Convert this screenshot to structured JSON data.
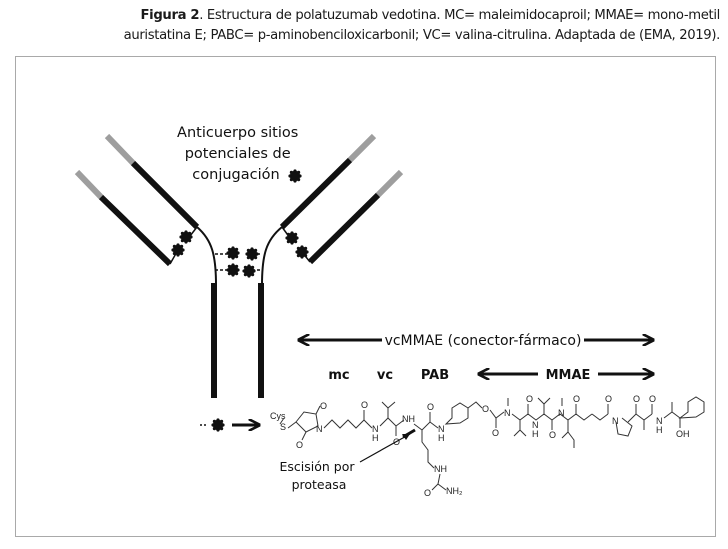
{
  "caption": {
    "figure_label": "Figura 2",
    "line1_rest": ". Estructura de polatuzumab vedotina. MC= maleimidocaproil; MMAE= mono-metil",
    "line2": "auristatina E; PABC= p-aminobenciloxicarbonil; VC= valina-citrulina. Adaptada de (EMA, 2019)."
  },
  "diagram": {
    "antibody_label": [
      "Anticuerpo sitios",
      "potenciales de",
      "conjugación"
    ],
    "linker_drug_label": "vcMMAE (conector-fármaco)",
    "segments": {
      "mc": "mc",
      "vc": "vc",
      "pab": "PAB",
      "mmae": "MMAE"
    },
    "cleavage_label": [
      "Escisión por",
      "proteasa"
    ],
    "chem_atoms": {
      "cys": "Cys",
      "s": "S",
      "n": "N",
      "h": "H",
      "o": "O",
      "nh": "NH",
      "nh2": "NH₂",
      "oh": "OH"
    },
    "colors": {
      "chain": "#111111",
      "variable_region": "#9e9e9e",
      "frame": "#a9a9a9"
    }
  }
}
